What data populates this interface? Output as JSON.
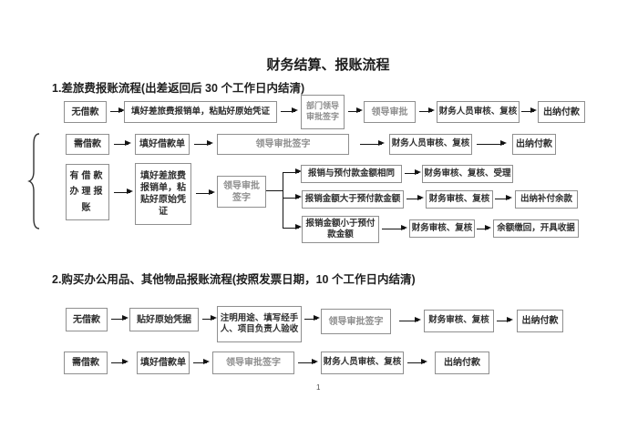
{
  "doc": {
    "title": "财务结算、报账流程",
    "page_number": "1"
  },
  "section1": {
    "heading": "1.差旅费报账流程(出差返回后 30 个工作日内结清)",
    "row1": {
      "no_loan": "无借款",
      "fill_form": "填好差旅费报销单，粘贴好原始凭证",
      "dept_leader_sign": "部门领导审批签字",
      "leader_approve": "领导审批",
      "finance_review": "财务人员审核、复核",
      "cashier_pay": "出纳付款"
    },
    "row2": {
      "need_loan": "需借款",
      "fill_loan_form": "填好借款单",
      "leader_sign": "领导审批签字",
      "finance_review": "财务人员审核、复核",
      "cashier_pay": "出纳付款"
    },
    "row3": {
      "has_loan": "有借款办理报账",
      "fill_form": "填好差旅费报销单，粘贴好原始凭证",
      "leader_sign": "领导审批签字",
      "branch_equal": {
        "condition": "报销与预付款金额相同",
        "step1": "财务审核、复核、受理"
      },
      "branch_greater": {
        "condition": "报销金额大于预付款金额",
        "step1": "财务审核、复核",
        "step2": "出纳补付余款"
      },
      "branch_less": {
        "condition": "报销金额小于预付款金额",
        "step1": "财务审核、复核",
        "step2": "余额缴回，开具收据"
      }
    }
  },
  "section2": {
    "heading": "2.购买办公用品、其他物品报账流程(按照发票日期，10 个工作日内结清)",
    "row1": {
      "no_loan": "无借款",
      "paste_voucher": "贴好原始凭据",
      "note_purpose": "注明用途、填写经手人、项目负责人验收",
      "leader_sign": "领导审批签字",
      "finance_review": "财务审核、复核",
      "cashier_pay": "出纳付款"
    },
    "row2": {
      "need_loan": "需借款",
      "fill_loan_form": "填好借款单",
      "leader_sign": "领导审批签字",
      "finance_review": "财务人员审核、复核",
      "cashier_pay": "出纳付款"
    }
  },
  "colors": {
    "box_border": "#8f8f8f",
    "text": "#2d2d2d",
    "muted_text": "#8e8e8e",
    "arrow": "#141414",
    "background": "#ffffff"
  }
}
